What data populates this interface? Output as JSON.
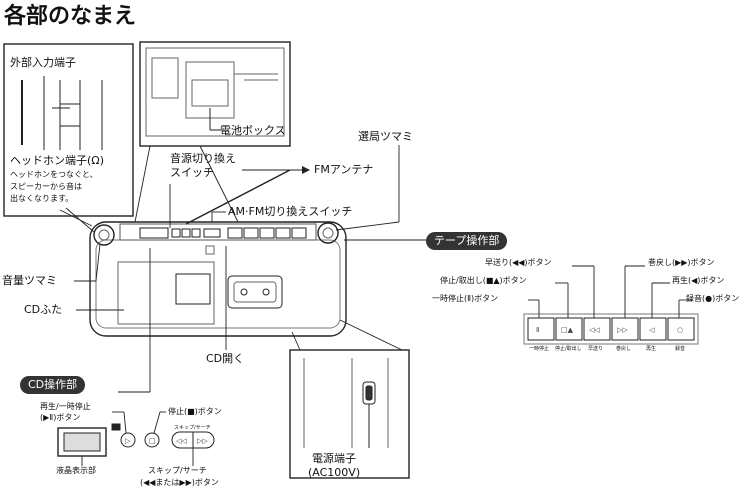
{
  "title": "各部のなまえ",
  "callout_external": {
    "heading": "外部入力端子",
    "headphone": "ヘッドホン端子(Ω)",
    "note_line1": "ヘッドホンをつなぐと、",
    "note_line2": "スピーカーから音は",
    "note_line3": "出なくなります。"
  },
  "callout_battery": {
    "label": "電池ボックス"
  },
  "callout_power": {
    "label_line1": "電源端子",
    "label_line2": "(AC100V)"
  },
  "labels": {
    "source_switch_line1": "音源切り換え",
    "source_switch_line2": "スイッチ",
    "fm_antenna": "FMアンテナ",
    "tuning_knob": "選局ツマミ",
    "amfm_switch": "AM·FM切り換えスイッチ",
    "volume_knob": "音量ツマミ",
    "cd_lid": "CDふた",
    "cd_open": "CD開く"
  },
  "tape_section": {
    "heading": "テープ操作部",
    "ff": "早送り(◀◀)ボタン",
    "stop_eject": "停止/取出し(■▲)ボタン",
    "pause": "一時停止(Ⅱ)ボタン",
    "rewind": "巻戻し(▶▶)ボタン",
    "play": "再生(◀)ボタン",
    "record": "録音(●)ボタン",
    "key_captions": [
      "一時停止",
      "停止/取出し",
      "早送り",
      "巻戻し",
      "再生",
      "録音"
    ]
  },
  "cd_section": {
    "heading": "CD操作部",
    "play_pause_line1": "再生/一時停止",
    "play_pause_line2": "(▶Ⅱ)ボタン",
    "stop": "停止(■)ボタン",
    "display": "液晶表示部",
    "skip_line1": "スキップ/サーチ",
    "skip_line2": "(◀◀または▶▶)ボタン",
    "skip_caption": "スキップ/サーチ"
  }
}
